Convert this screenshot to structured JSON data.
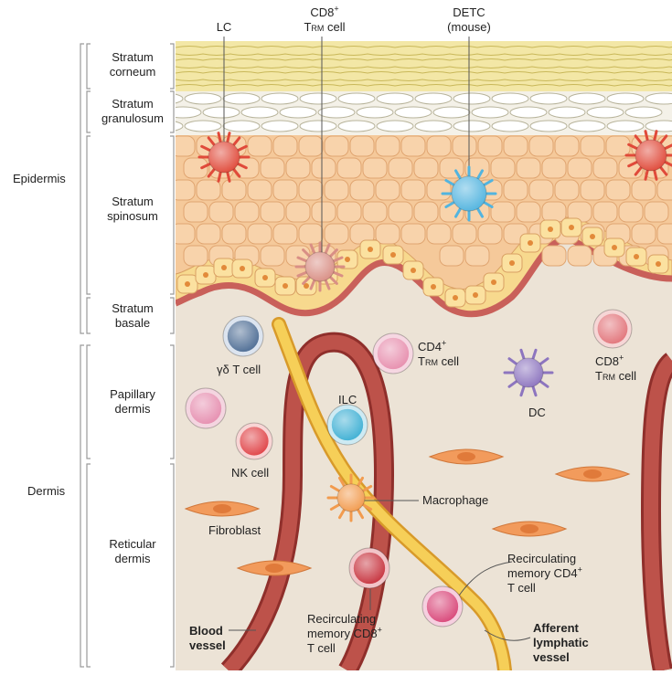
{
  "layers": {
    "corneum": [
      "Stratum",
      "corneum"
    ],
    "granulosum": [
      "Stratum",
      "granulosum"
    ],
    "spinosum": [
      "Stratum",
      "spinosum"
    ],
    "basale": [
      "Stratum",
      "basale"
    ],
    "papillary": [
      "Papillary",
      "dermis"
    ],
    "reticular": [
      "Reticular",
      "dermis"
    ]
  },
  "regions": {
    "epidermis": "Epidermis",
    "dermis": "Dermis"
  },
  "cells": {
    "lc": "LC",
    "cd8_trm_top": {
      "main": "CD8",
      "sup": "+",
      "line2_main": "T",
      "line2_sub": "RM",
      "line2_rest": " cell"
    },
    "detc": [
      "DETC",
      "(mouse)"
    ],
    "gd_t": "γδ T cell",
    "cd4_trm": {
      "main": "CD4",
      "sup": "+",
      "line2_main": "T",
      "line2_sub": "RM",
      "line2_rest": " cell"
    },
    "cd8_trm_right": {
      "main": "CD8",
      "sup": "+",
      "line2_main": "T",
      "line2_sub": "RM",
      "line2_rest": " cell"
    },
    "ilc": "ILC",
    "dc": "DC",
    "nk": "NK cell",
    "macrophage": "Macrophage",
    "fibroblast": "Fibroblast",
    "recirc_cd4": {
      "line1": "Recirculating",
      "line2": "memory CD4",
      "sup": "+",
      "line3": "T cell"
    },
    "recirc_cd8": {
      "line1": "Recirculating",
      "line2": "memory CD8",
      "sup": "+",
      "line3": "T cell"
    },
    "blood_vessel": [
      "Blood",
      "vessel"
    ],
    "lymphatic": [
      "Afferent",
      "lymphatic",
      "vessel"
    ]
  },
  "colors": {
    "corneum": "#f3e7a6",
    "granulosum": "#f4f1e8",
    "spinosum": "#f5c99a",
    "basale": "#f7d98e",
    "dermis": "#ece3d6",
    "vessel": "#b2453e",
    "lymph": "#f3c64c",
    "lc": "#e04a3a",
    "trm": "#d98f85",
    "detc": "#52b4df",
    "gdt": "#4f6e95",
    "cd4": "#e78fae",
    "cd8": "#e2757b",
    "ilc": "#3fb0d4",
    "dc": "#8d75bf",
    "nk": "#e04448",
    "macrophage": "#f29b4e",
    "fibroblast": "#f29b5c",
    "recirc_cd8": "#c7343f",
    "recirc_cd4": "#d9487a"
  }
}
